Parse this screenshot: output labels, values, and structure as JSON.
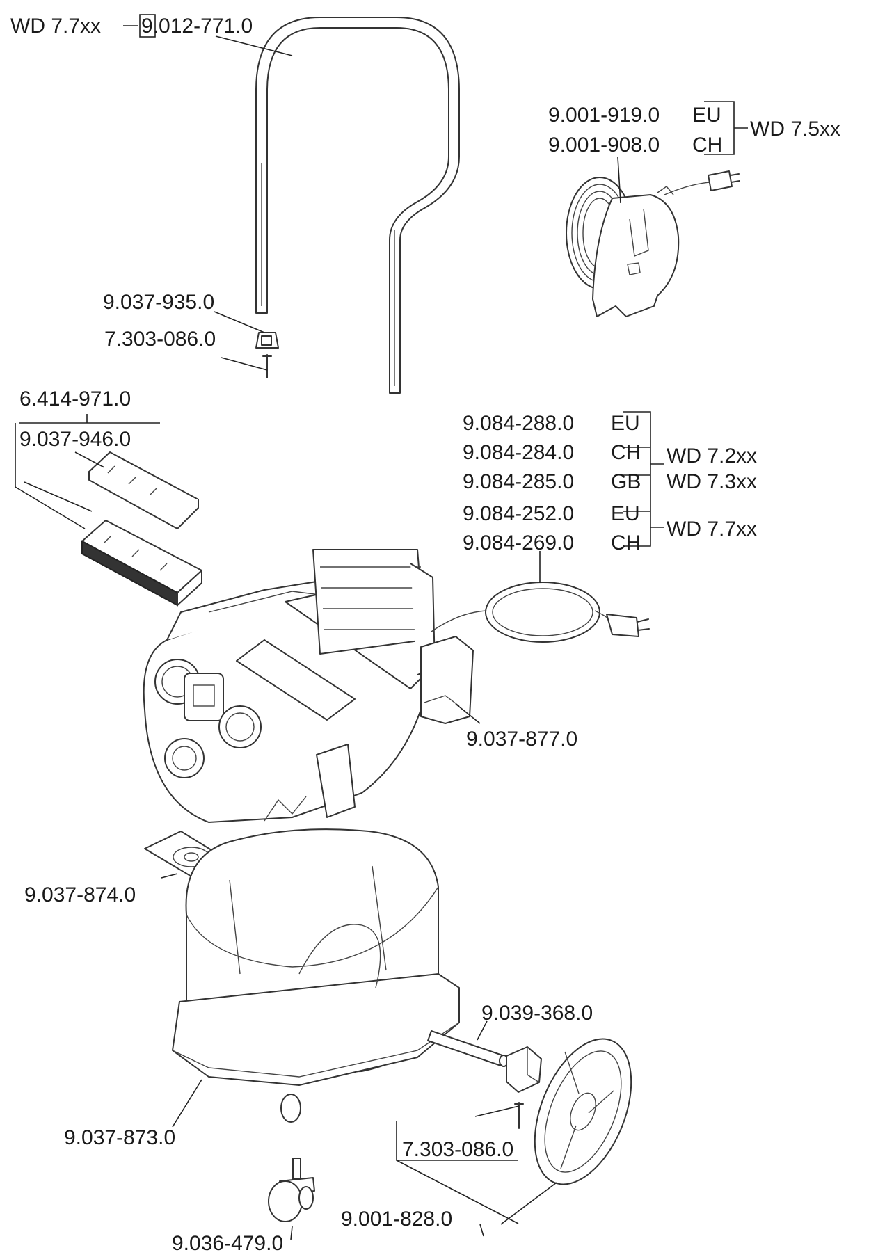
{
  "labels": {
    "handle_model": "WD 7.7xx",
    "handle_part": "9.012-771.0",
    "reel_eu": "9.001-919.0",
    "reel_eu_code": "EU",
    "reel_ch": "9.001-908.0",
    "reel_ch_code": "CH",
    "reel_model": "WD 7.5xx",
    "handle_cap": "9.037-935.0",
    "handle_screw": "7.303-086.0",
    "filter_main": "6.414-971.0",
    "filter_holder": "9.037-946.0",
    "cord_a_eu": "9.084-288.0",
    "cord_a_eu_code": "EU",
    "cord_a_ch": "9.084-284.0",
    "cord_a_ch_code": "CH",
    "cord_a_gb": "9.084-285.0",
    "cord_a_gb_code": "GB",
    "cord_a_model1": "WD 7.2xx",
    "cord_a_model2": "WD 7.3xx",
    "cord_b_eu": "9.084-252.0",
    "cord_b_eu_code": "EU",
    "cord_b_ch": "9.084-269.0",
    "cord_b_ch_code": "CH",
    "cord_b_model": "WD 7.7xx",
    "side_cover": "9.037-877.0",
    "gasket_plate": "9.037-874.0",
    "axle": "9.039-368.0",
    "tank": "9.037-873.0",
    "wheel_screw": "7.303-086.0",
    "castor": "9.036-479.0",
    "wheel": "9.001-828.0"
  }
}
